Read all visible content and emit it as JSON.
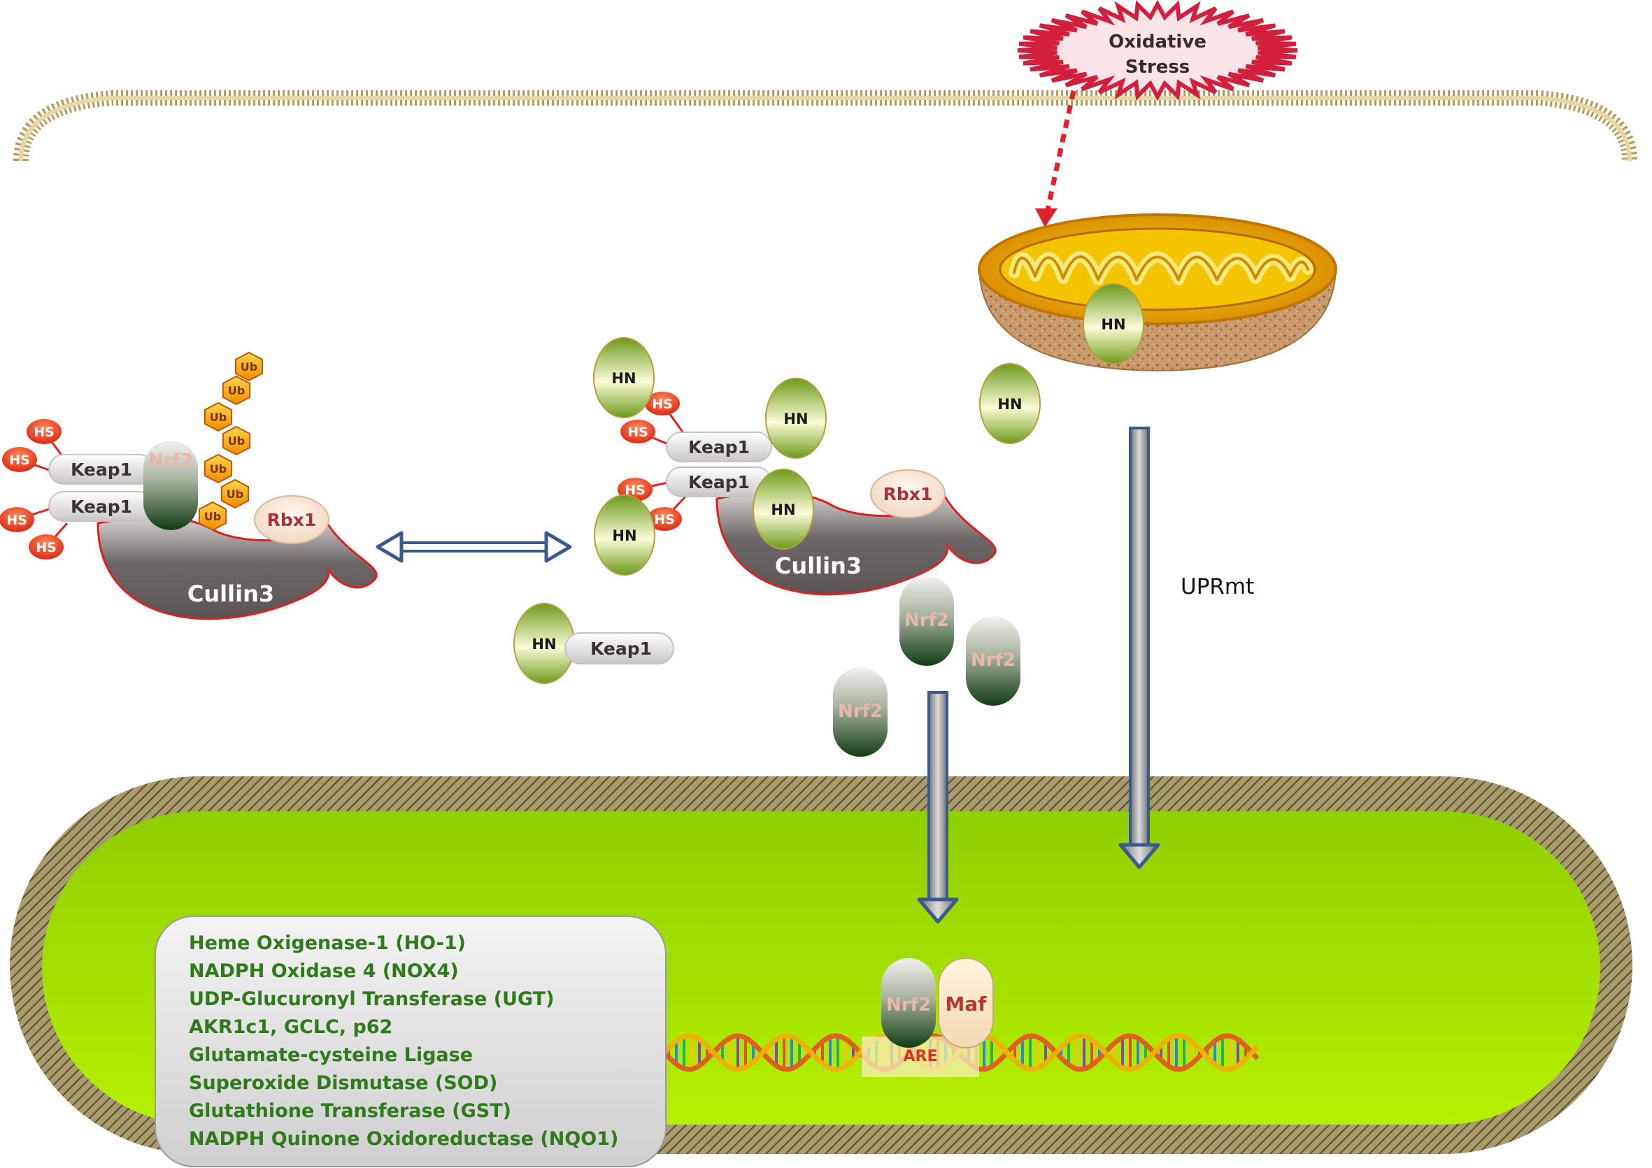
{
  "labels": {
    "oxidative_stress": [
      "Oxidative",
      "Stress"
    ],
    "hn": "HN",
    "hs": "HS",
    "ub": "Ub",
    "keap1": "Keap1",
    "nrf2": "Nrf2",
    "rbx1": "Rbx1",
    "cullin3": "Cullin3",
    "maf": "Maf",
    "are": "ARE",
    "uprmt": "UPRmt"
  },
  "target_genes": [
    "Heme Oxigenase-1 (HO-1)",
    "NADPH Oxidase 4 (NOX4)",
    "UDP-Glucuronyl Transferase (UGT)",
    "AKR1c1, GCLC, p62",
    "Glutamate-cysteine Ligase",
    "Superoxide Dismutase (SOD)",
    "Glutathione Transferase (GST)",
    "NADPH Quinone Oxidoreductase (NQO1)"
  ],
  "colors": {
    "nucleus": "#a8e000",
    "nucleus_dark": "#6fb000",
    "hs_fill": "#e6391c",
    "ub_fill": "#f2a10a",
    "arrow_blue": "#3a5a8c",
    "stress_red": "#d21f3c",
    "gene_text": "#2f7a1a"
  }
}
